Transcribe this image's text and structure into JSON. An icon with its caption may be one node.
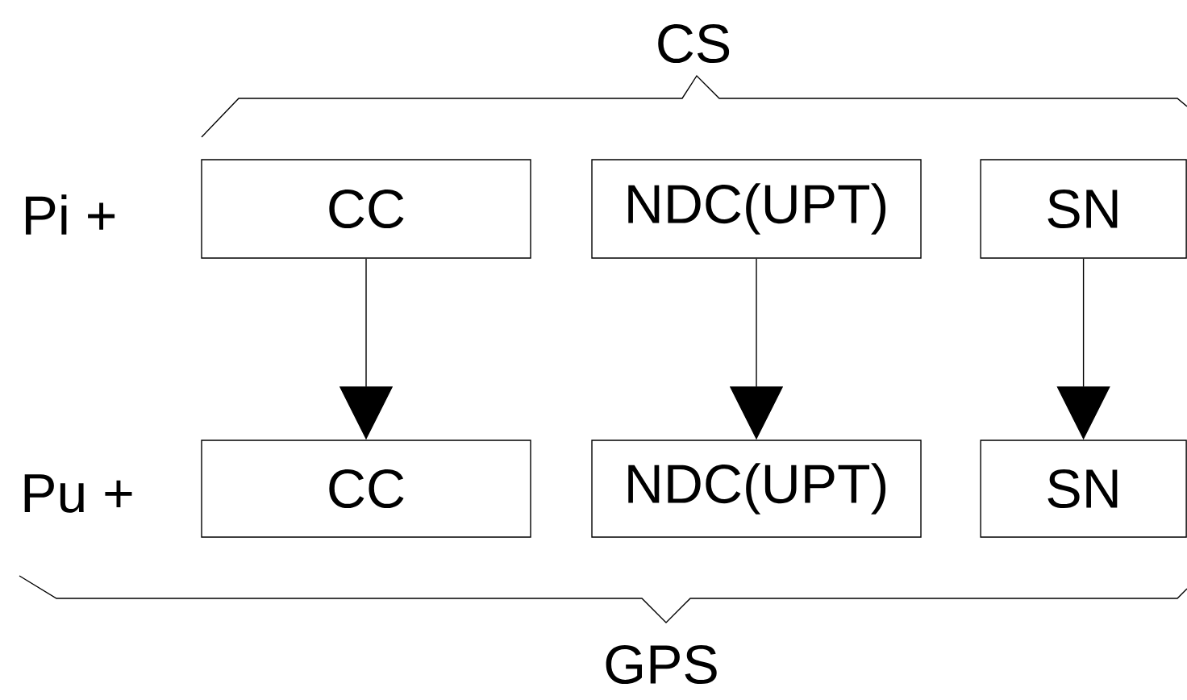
{
  "diagram": {
    "nodes": [
      {
        "text": [
          "CC"
        ]
      },
      {
        "text": [
          "NDC(UPT)"
        ]
      },
      {
        "text": [
          "SN"
        ]
      },
      {
        "text": [
          "CC"
        ]
      },
      {
        "text": [
          "NDC(UPT)"
        ]
      },
      {
        "text": [
          "SN"
        ]
      }
    ],
    "edges": [
      {
        "from": 0,
        "to": 3,
        "arrow": "to"
      },
      {
        "from": 1,
        "to": 4,
        "arrow": "to"
      },
      {
        "from": 2,
        "to": 5,
        "arrow": "to"
      }
    ],
    "labels": [
      "CS",
      "Pi +",
      "Pu +",
      "GPS"
    ]
  }
}
